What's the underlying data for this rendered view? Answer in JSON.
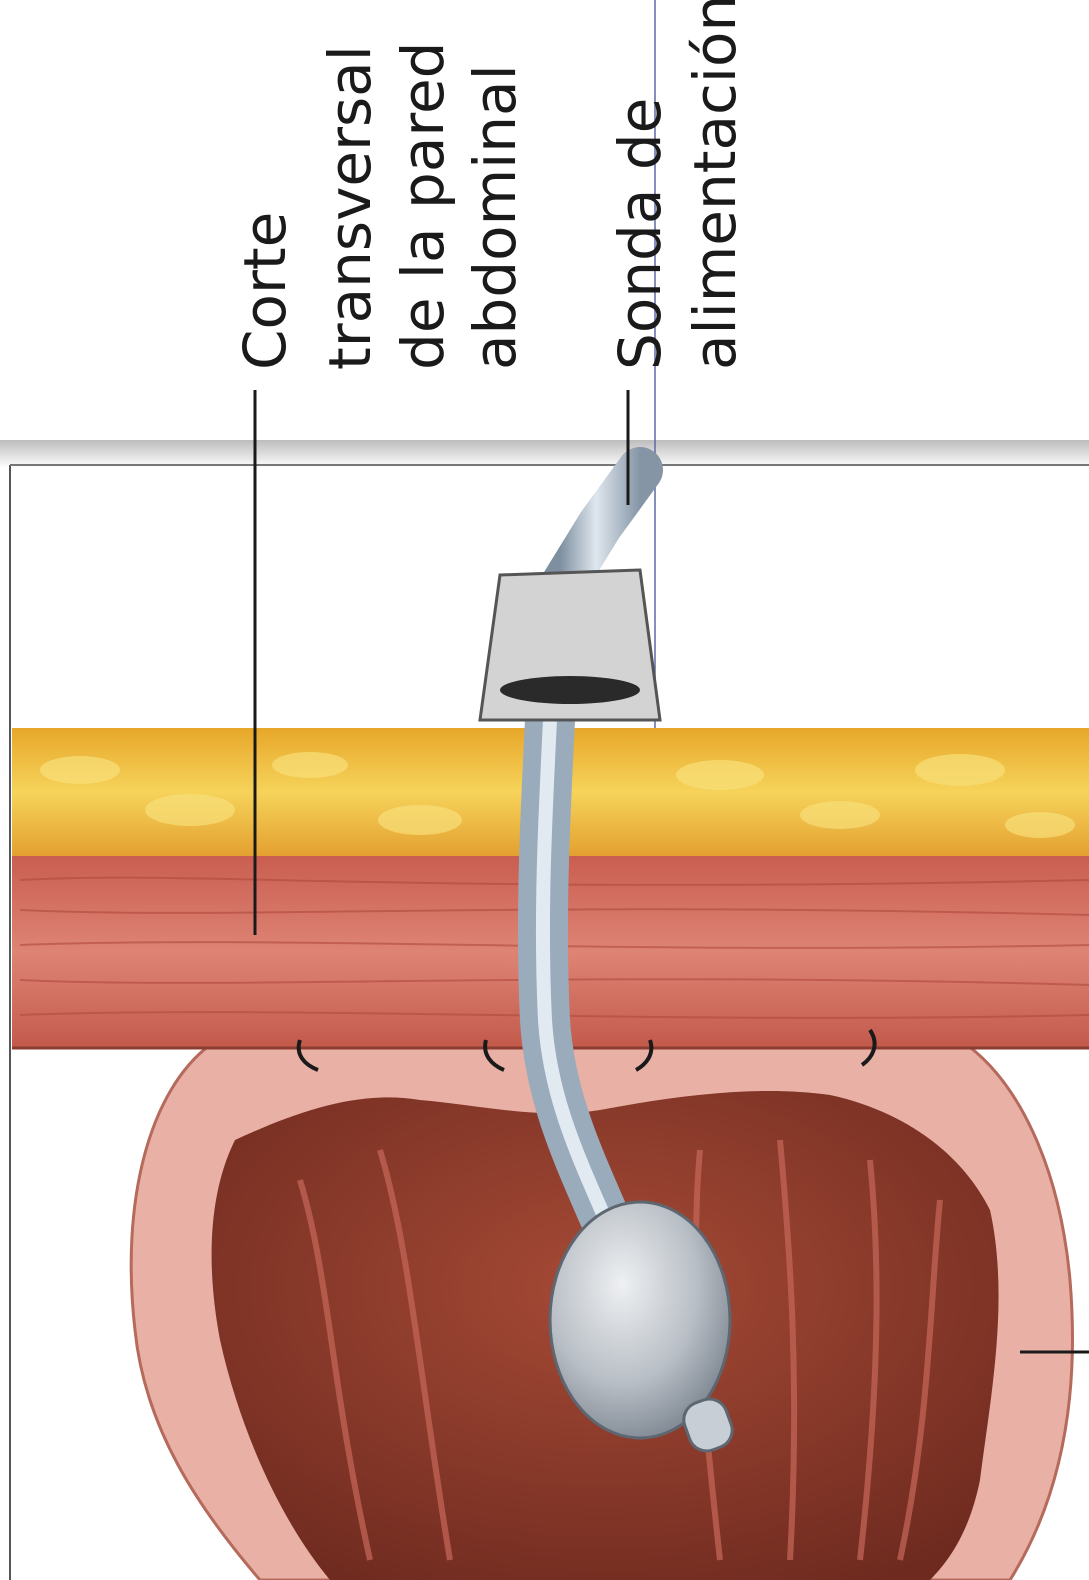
{
  "figure": {
    "labels": {
      "abdominal_wall": {
        "line1": "Corte",
        "line2": "transversal",
        "line3": "de la pared",
        "line4": "abdominal"
      },
      "feeding_tube": {
        "line1": "Sonda de",
        "line2": "alimentación"
      }
    },
    "colors": {
      "fat": "#f0c23c",
      "muscle": "#d9776a",
      "stomach_wall": "#eab3a8",
      "stomach_lumen": "#8a3a2c",
      "tube": "#b9c6d2",
      "disc": "#d8d8d8",
      "frame": "#555555"
    },
    "icons": [
      "skin-disc-icon",
      "balloon-icon",
      "suture-icon"
    ]
  }
}
